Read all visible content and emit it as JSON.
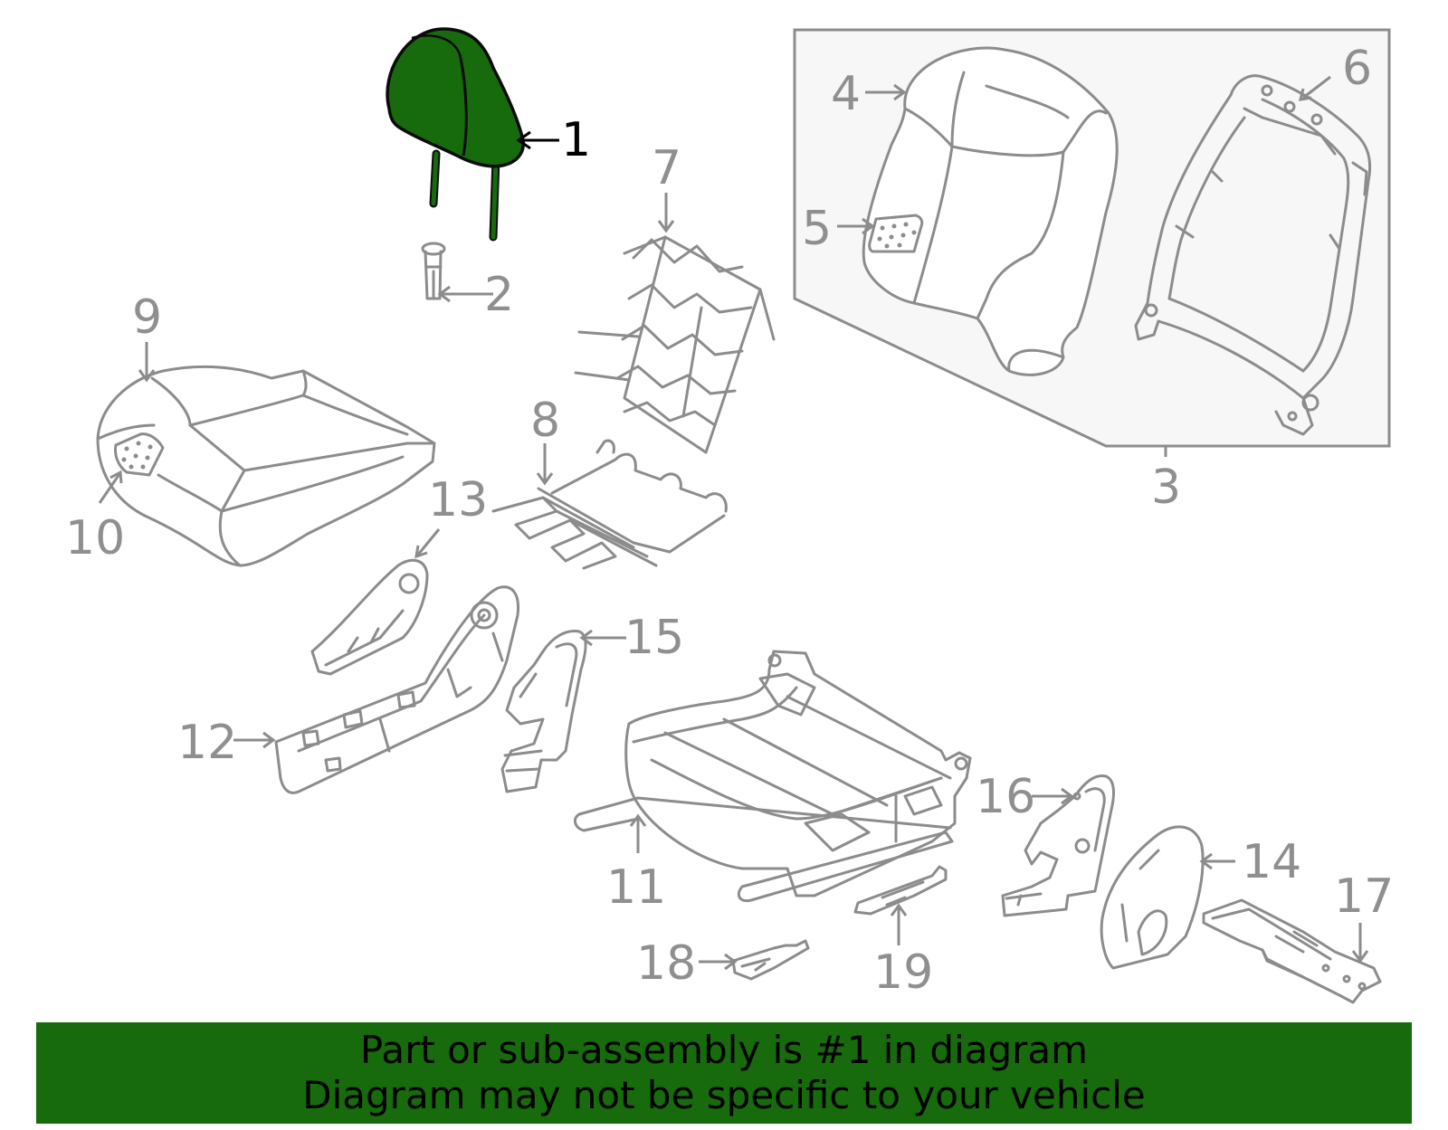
{
  "diagram": {
    "callouts": [
      "1",
      "2",
      "3",
      "4",
      "5",
      "6",
      "7",
      "8",
      "9",
      "10",
      "11",
      "12",
      "13",
      "14",
      "15",
      "16",
      "17",
      "18",
      "19"
    ],
    "highlighted_part": "1"
  },
  "colors": {
    "highlight": "#176b0c",
    "banner": "#176b0c",
    "line_art": "#8c8c8c"
  },
  "banner": {
    "line1": "Part or sub-assembly is #1 in diagram",
    "line2": "Diagram may not be specific to your vehicle"
  }
}
